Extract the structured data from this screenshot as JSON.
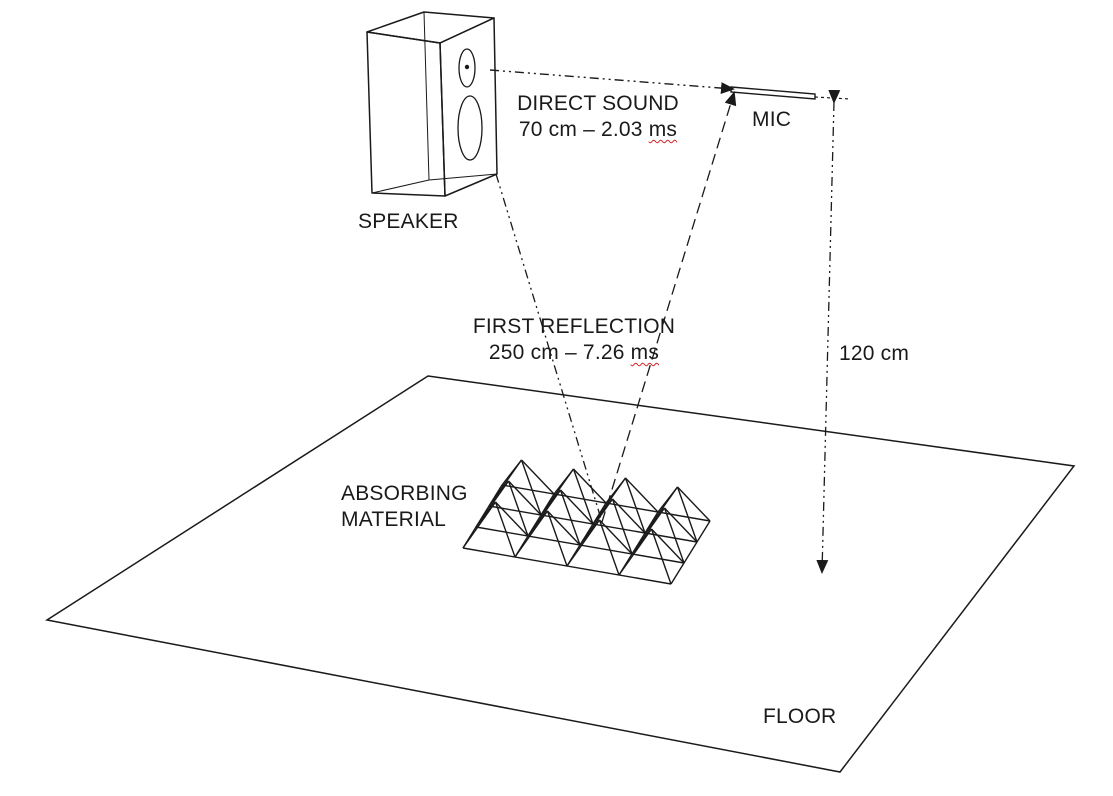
{
  "labels": {
    "speaker": "SPEAKER",
    "mic": "MIC",
    "direct_title": "DIRECT SOUND",
    "direct_value_prefix": "70 cm – 2.03 ",
    "direct_value_unit": "ms",
    "reflection_title": "FIRST REFLECTION",
    "reflection_value_prefix": "250 cm – 7.26 ",
    "reflection_value_unit": "ms",
    "height": "120 cm",
    "absorbing_line1": "ABSORBING",
    "absorbing_line2": "MATERIAL",
    "floor": "FLOOR"
  },
  "colors": {
    "line": "#1a1a1a",
    "spellcheck": "#d42020"
  }
}
